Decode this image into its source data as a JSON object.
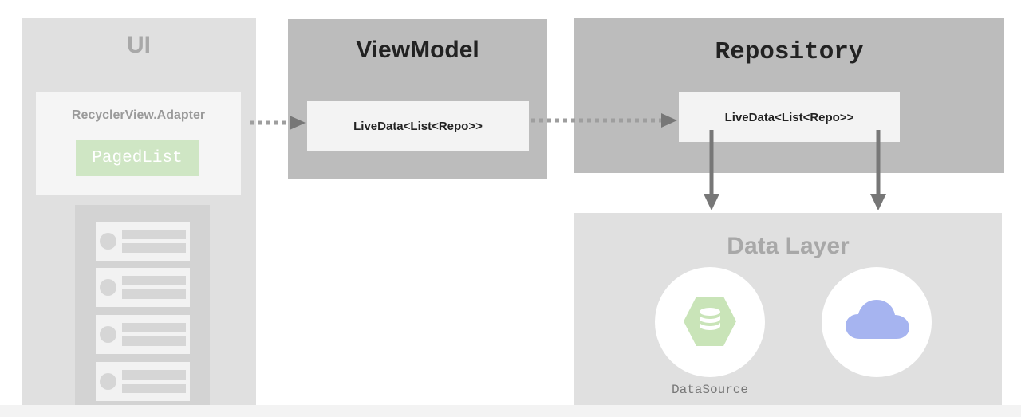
{
  "ui": {
    "title": "UI",
    "adapter_label": "RecyclerView.Adapter",
    "paged_list_label": "PagedList"
  },
  "viewmodel": {
    "title": "ViewModel",
    "livedata_label": "LiveData<List<Repo>>"
  },
  "repository": {
    "title": "Repository",
    "livedata_label": "LiveData<List<Repo>>"
  },
  "data_layer": {
    "title": "Data Layer",
    "datasource_label": "DataSource"
  },
  "icons": {
    "database": "database-icon",
    "cloud": "cloud-icon"
  },
  "colors": {
    "dark_panel": "#bcbcbc",
    "light_panel": "#e0e0e0",
    "paged_list": "#cfe6c4",
    "database_hex": "#c9e4b8",
    "cloud": "#a6b4f0",
    "arrow": "#777777"
  }
}
